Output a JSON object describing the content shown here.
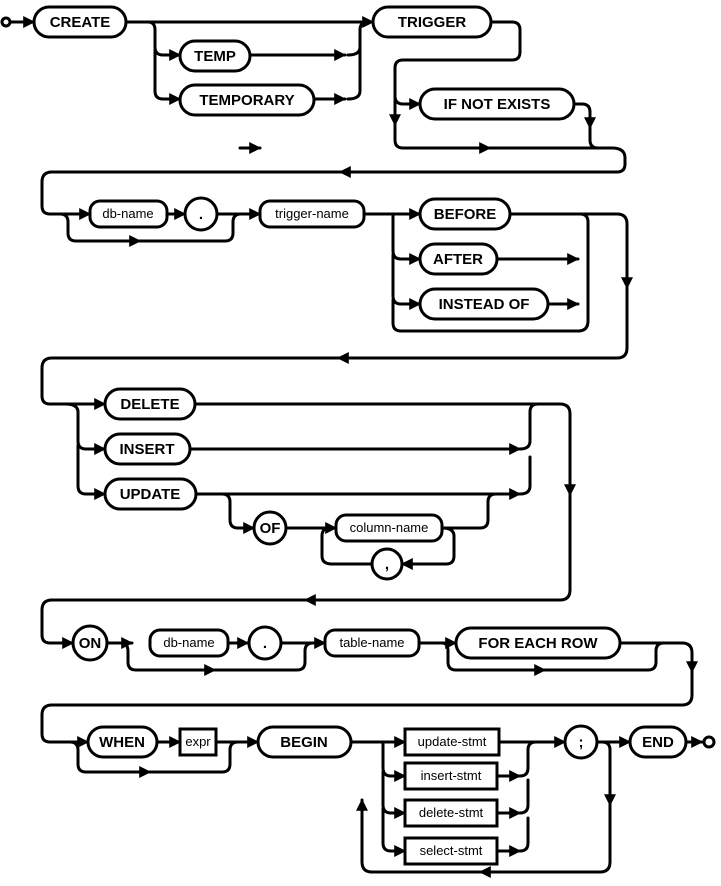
{
  "diagram": {
    "keywords": {
      "create": "CREATE",
      "temp": "TEMP",
      "temporary": "TEMPORARY",
      "trigger": "TRIGGER",
      "if_not_exists": "IF NOT EXISTS",
      "dot1": ".",
      "before": "BEFORE",
      "after": "AFTER",
      "instead_of": "INSTEAD OF",
      "delete": "DELETE",
      "insert": "INSERT",
      "update": "UPDATE",
      "of": "OF",
      "comma": ",",
      "on": "ON",
      "dot2": ".",
      "for_each_row": "FOR EACH ROW",
      "when": "WHEN",
      "begin": "BEGIN",
      "semicolon": ";",
      "end": "END"
    },
    "references": {
      "db_name_1": "db-name",
      "trigger_name": "trigger-name",
      "column_name": "column-name",
      "db_name_2": "db-name",
      "table_name": "table-name",
      "expr": "expr",
      "update_stmt": "update-stmt",
      "insert_stmt": "insert-stmt",
      "delete_stmt": "delete-stmt",
      "select_stmt": "select-stmt"
    }
  }
}
